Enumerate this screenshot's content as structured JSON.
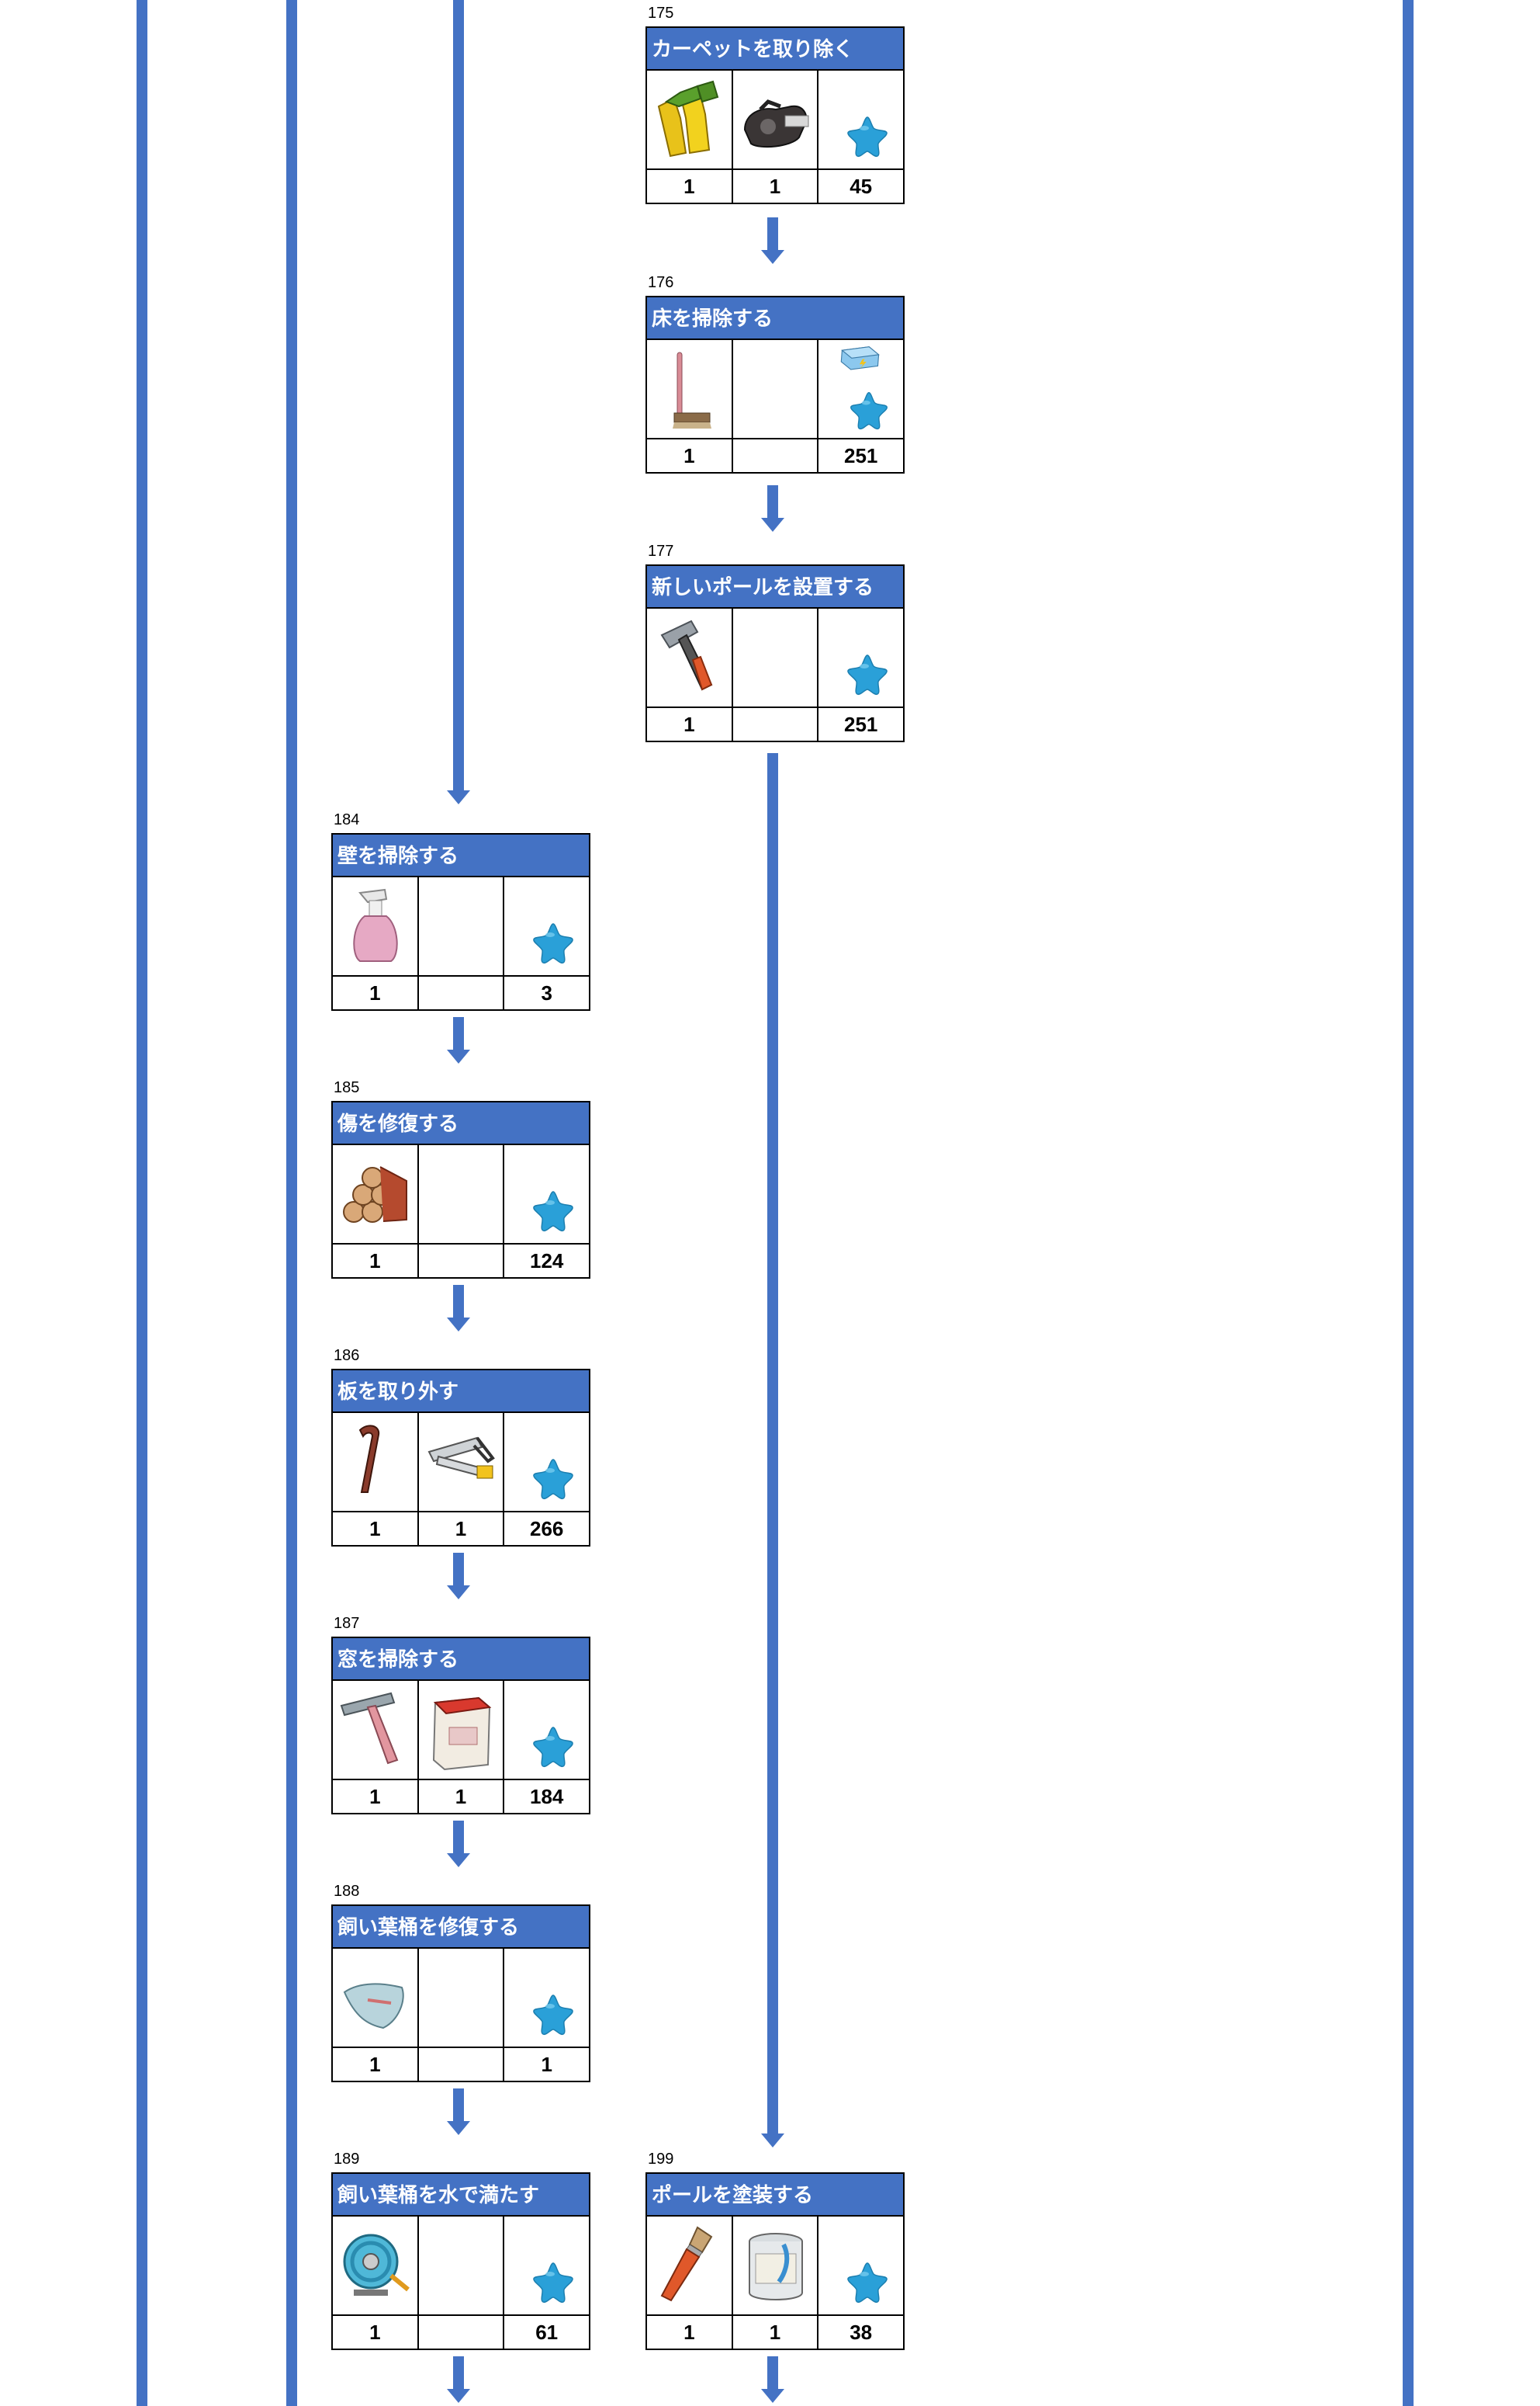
{
  "colors": {
    "accent": "#4472c4",
    "star": "#2aa0d8",
    "border": "#000000"
  },
  "cards": [
    {
      "id": "175",
      "title": "カーペットを取り除く",
      "items": [
        "gloves-icon",
        "tape-measure-icon",
        "star-icon"
      ],
      "qty": [
        "1",
        "1",
        "45"
      ]
    },
    {
      "id": "176",
      "title": "床を掃除する",
      "items": [
        "broom-icon",
        "",
        "toolbox-star-icon"
      ],
      "qty": [
        "1",
        "",
        "251"
      ]
    },
    {
      "id": "177",
      "title": "新しいポールを設置する",
      "items": [
        "hammer-icon",
        "",
        "star-icon"
      ],
      "qty": [
        "1",
        "",
        "251"
      ]
    },
    {
      "id": "184",
      "title": "壁を掃除する",
      "items": [
        "spray-bottle-icon",
        "",
        "star-icon"
      ],
      "qty": [
        "1",
        "",
        "3"
      ]
    },
    {
      "id": "185",
      "title": "傷を修復する",
      "items": [
        "logs-icon",
        "",
        "star-icon"
      ],
      "qty": [
        "1",
        "",
        "124"
      ]
    },
    {
      "id": "186",
      "title": "板を取り外す",
      "items": [
        "crowbar-icon",
        "saw-icon",
        "star-icon"
      ],
      "qty": [
        "1",
        "1",
        "266"
      ]
    },
    {
      "id": "187",
      "title": "窓を掃除する",
      "items": [
        "squeegee-icon",
        "detergent-box-icon",
        "star-icon"
      ],
      "qty": [
        "1",
        "1",
        "184"
      ]
    },
    {
      "id": "188",
      "title": "飼い葉桶を修復する",
      "items": [
        "cloth-icon",
        "",
        "star-icon"
      ],
      "qty": [
        "1",
        "",
        "1"
      ]
    },
    {
      "id": "189",
      "title": "飼い葉桶を水で満たす",
      "items": [
        "hose-reel-icon",
        "",
        "star-icon"
      ],
      "qty": [
        "1",
        "",
        "61"
      ]
    },
    {
      "id": "199",
      "title": "ポールを塗装する",
      "items": [
        "paintbrush-icon",
        "paint-can-icon",
        "star-icon"
      ],
      "qty": [
        "1",
        "1",
        "38"
      ]
    }
  ]
}
